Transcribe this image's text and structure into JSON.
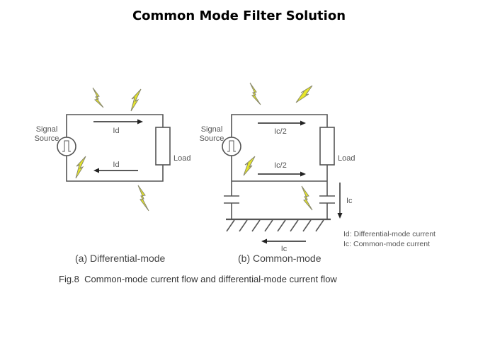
{
  "title": "Common Mode Filter Solution",
  "figure": {
    "differential": {
      "source_label_1": "Signal",
      "source_label_2": "Source",
      "load_label": "Load",
      "top_current": "Id",
      "bottom_current": "Id",
      "subtitle": "(a) Differential-mode"
    },
    "common": {
      "source_label_1": "Signal",
      "source_label_2": "Source",
      "load_label": "Load",
      "top_current": "Ic/2",
      "bottom_current": "Ic/2",
      "side_current": "Ic",
      "ground_current": "Ic",
      "subtitle": "(b) Common-mode"
    },
    "legend": [
      "Id: Differential-mode current",
      "Ic: Common-mode current"
    ],
    "caption": "Fig.8  Common-mode current flow and differential-mode current flow"
  },
  "colors": {
    "bolt": "#e6e62a",
    "wire": "#555555"
  }
}
